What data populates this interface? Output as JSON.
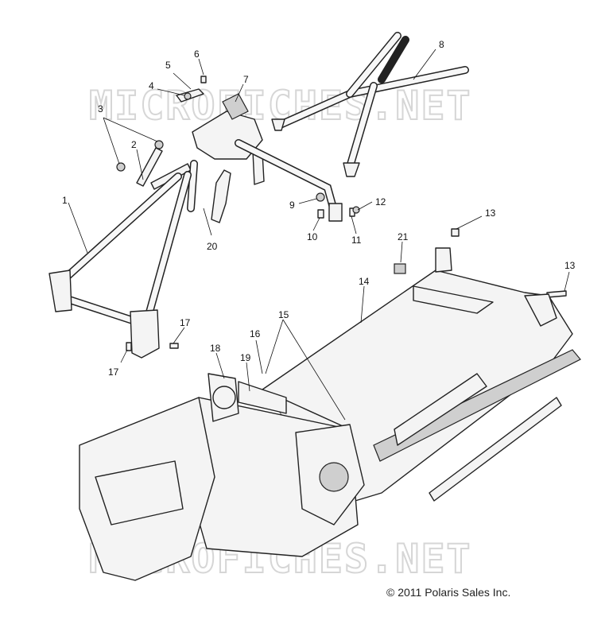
{
  "watermark": "MICROFICHES.NET",
  "copyright": "© 2011 Polaris Sales Inc.",
  "callouts": {
    "c1": "1",
    "c2": "2",
    "c3": "3",
    "c4": "4",
    "c5": "5",
    "c6": "6",
    "c7": "7",
    "c8": "8",
    "c9": "9",
    "c10": "10",
    "c11": "11",
    "c12": "12",
    "c13a": "13",
    "c13b": "13",
    "c14": "14",
    "c15": "15",
    "c16": "16",
    "c17a": "17",
    "c17b": "17",
    "c18": "18",
    "c19": "19",
    "c20": "20",
    "c21": "21"
  }
}
